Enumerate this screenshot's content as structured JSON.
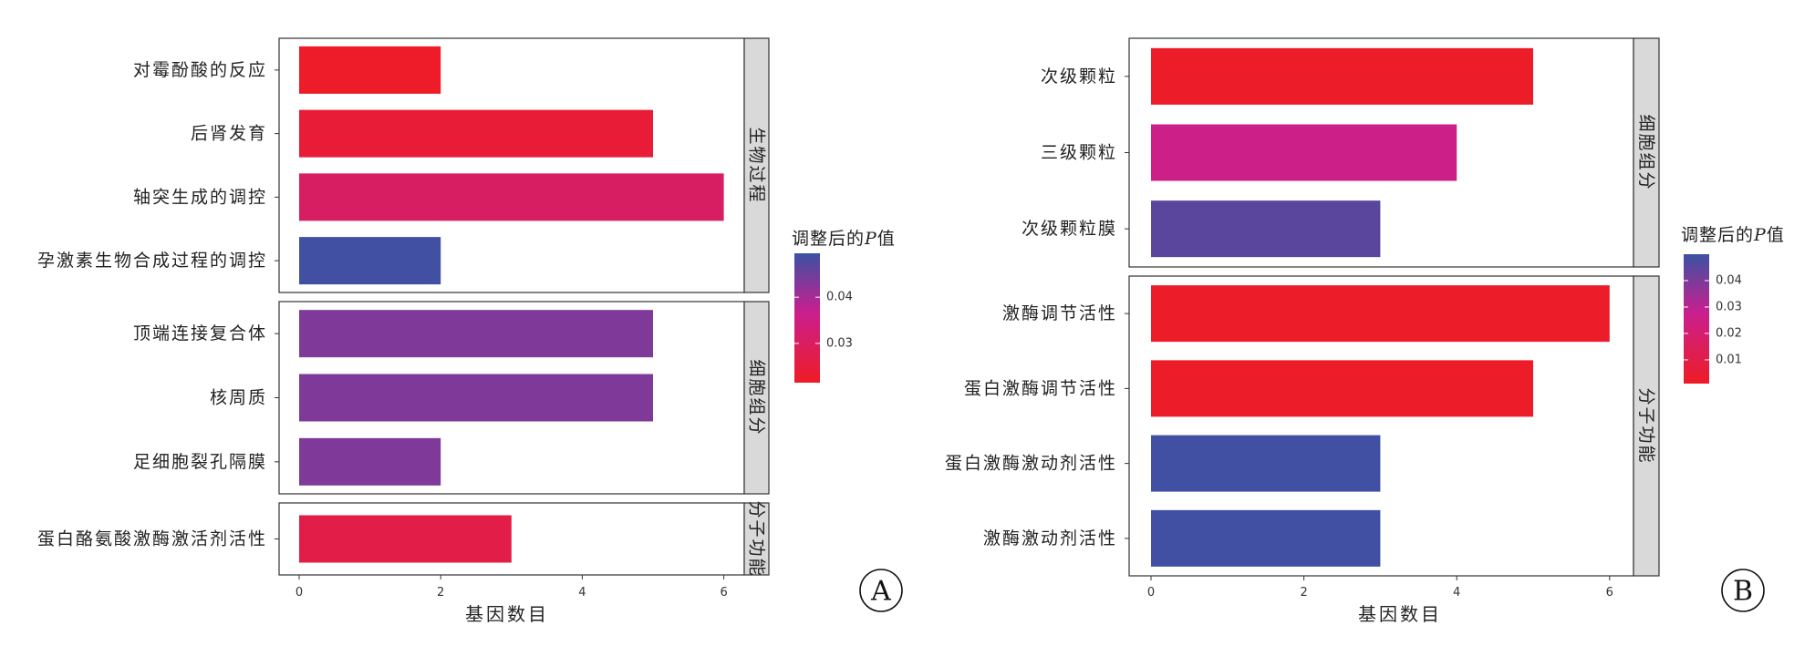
{
  "chart_data": [
    {
      "type": "bar",
      "orientation": "horizontal",
      "panel_label": "A",
      "xlabel": "基因数目",
      "xlim": [
        0,
        6.3
      ],
      "xticks": [
        0,
        2,
        4,
        6
      ],
      "legend_title_prefix": "调整后的",
      "legend_title_italic": "P",
      "legend_title_suffix": "值",
      "color_scale": {
        "low_value": 0.0215,
        "high_value": 0.0495,
        "low_color": "#ee1c25",
        "mid_color": "#c91f8f",
        "high_color": "#3b52a3",
        "ticks": [
          0.03,
          0.04
        ]
      },
      "facets": [
        {
          "name": "生物过程",
          "categories": [
            "对霉酚酸的反应",
            "后肾发育",
            "轴突生成的调控",
            "孕激素生物合成过程的调控"
          ],
          "values": [
            2,
            5,
            6,
            2
          ],
          "padj": [
            0.022,
            0.024,
            0.0305,
            0.049
          ]
        },
        {
          "name": "细胞组分",
          "categories": [
            "顶端连接复合体",
            "核周质",
            "足细胞裂孔隔膜"
          ],
          "values": [
            5,
            5,
            2
          ],
          "padj": [
            0.0435,
            0.0435,
            0.0435
          ]
        },
        {
          "name": "分子功能",
          "categories": [
            "蛋白酪氨酸激酶激活剂活性"
          ],
          "values": [
            3
          ],
          "padj": [
            0.0265
          ]
        }
      ]
    },
    {
      "type": "bar",
      "orientation": "horizontal",
      "panel_label": "B",
      "xlabel": "基因数目",
      "xlim": [
        0,
        6.3
      ],
      "xticks": [
        0,
        2,
        4,
        6
      ],
      "legend_title_prefix": "调整后的",
      "legend_title_italic": "P",
      "legend_title_suffix": "值",
      "color_scale": {
        "low_value": 0.001,
        "high_value": 0.05,
        "low_color": "#ee1c25",
        "mid_color": "#c91f8f",
        "high_color": "#3b52a3",
        "ticks": [
          0.01,
          0.02,
          0.03,
          0.04
        ]
      },
      "facets": [
        {
          "name": "细胞组分",
          "categories": [
            "次级颗粒",
            "三级颗粒",
            "次级颗粒膜"
          ],
          "values": [
            5,
            4,
            3
          ],
          "padj": [
            0.002,
            0.026,
            0.045
          ]
        },
        {
          "name": "分子功能",
          "categories": [
            "激酶调节活性",
            "蛋白激酶调节活性",
            "蛋白激酶激动剂活性",
            "激酶激动剂活性"
          ],
          "values": [
            6,
            5,
            3,
            3
          ],
          "padj": [
            0.002,
            0.002,
            0.049,
            0.049
          ]
        }
      ]
    }
  ]
}
